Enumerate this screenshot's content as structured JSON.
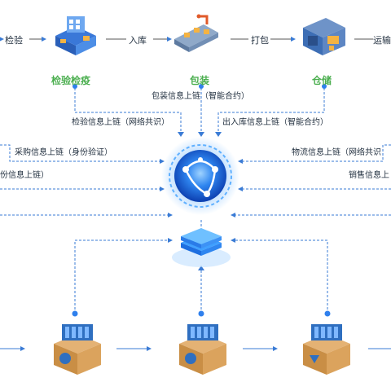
{
  "top_flow": {
    "labels": [
      "检验",
      "入库",
      "打包",
      "运输"
    ],
    "stages": [
      "检验检疫",
      "包装",
      "仓储"
    ]
  },
  "chain_labels": {
    "packaging": "包装信息上链（智能合约）",
    "inspection": "检验信息上链（网络共识）",
    "warehouse": "出入库信息上链（智能合约）",
    "purchase": "采购信息上链（身份验证）",
    "identity": "份信息上链）",
    "logistics": "物流信息上链（网络共识",
    "sales": "销售信息上"
  },
  "colors": {
    "accent": "#1e6fe0",
    "stage_green": "#4caf50",
    "line": "#4a90d9"
  },
  "icons": [
    "building-icon",
    "conveyor-icon",
    "warehouse-icon",
    "blockchain-globe-icon",
    "server-stack-icon",
    "box-node-icon"
  ]
}
